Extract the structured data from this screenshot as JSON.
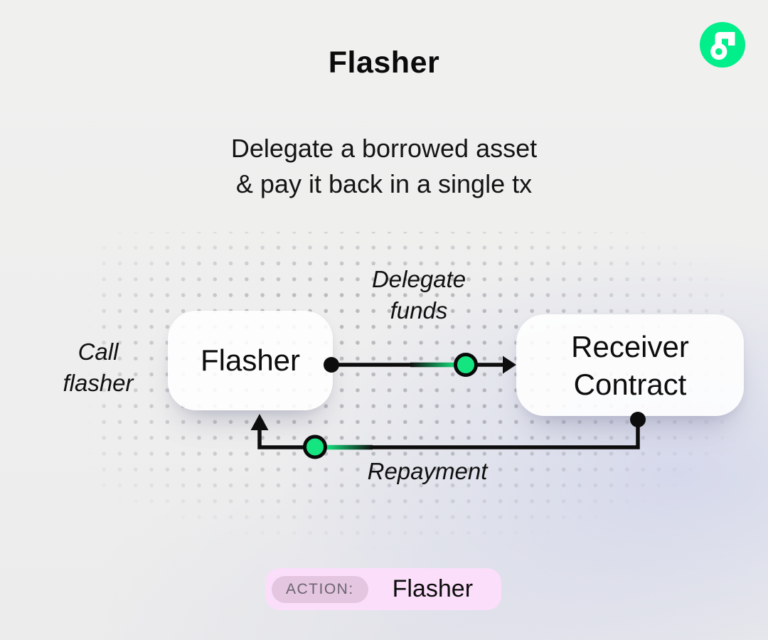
{
  "header": {
    "title": "Flasher",
    "subtitle_line1": "Delegate a borrowed asset",
    "subtitle_line2": "& pay it back in a single tx"
  },
  "logo": {
    "icon": "flow-logo",
    "brand_green": "#00EF8B"
  },
  "diagram": {
    "left_label": {
      "line1": "Call",
      "line2": "flasher"
    },
    "top_label": {
      "line1": "Delegate",
      "line2": "funds"
    },
    "bottom_label": "Repayment",
    "nodes": [
      {
        "id": "flasher",
        "label": "Flasher"
      },
      {
        "id": "receiver-contract",
        "label_line1": "Receiver",
        "label_line2": "Contract"
      }
    ],
    "accent_green": "#15E581",
    "line_color": "#0d0d0d",
    "dot_color": "#b4b4ba"
  },
  "action_badge": {
    "key": "ACTION:",
    "value": "Flasher",
    "pill_bg": "#FBDEFA",
    "key_bg": "#E4C6E1",
    "key_text_color": "#6B6470"
  }
}
